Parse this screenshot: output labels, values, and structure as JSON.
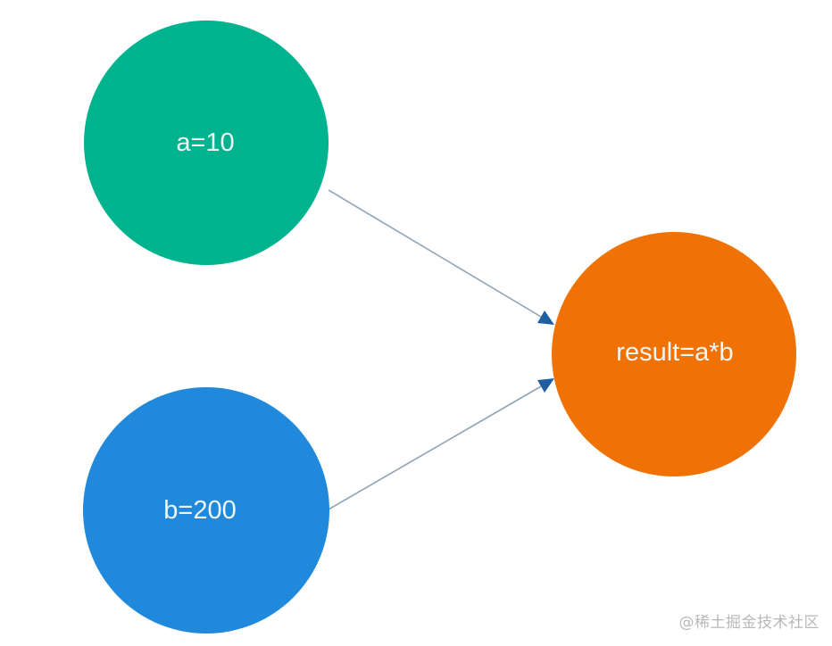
{
  "diagram": {
    "nodes": [
      {
        "id": "a",
        "label": "a=10",
        "color": "#00b38f"
      },
      {
        "id": "b",
        "label": "b=200",
        "color": "#2189dc"
      },
      {
        "id": "result",
        "label": "result=a*b",
        "color": "#f07104"
      }
    ],
    "edges": [
      {
        "from": "a",
        "to": "result"
      },
      {
        "from": "b",
        "to": "result"
      }
    ],
    "edge_color": "#8fa3b5",
    "arrowhead_color": "#1f5fa0"
  },
  "watermark": "@稀土掘金技术社区"
}
